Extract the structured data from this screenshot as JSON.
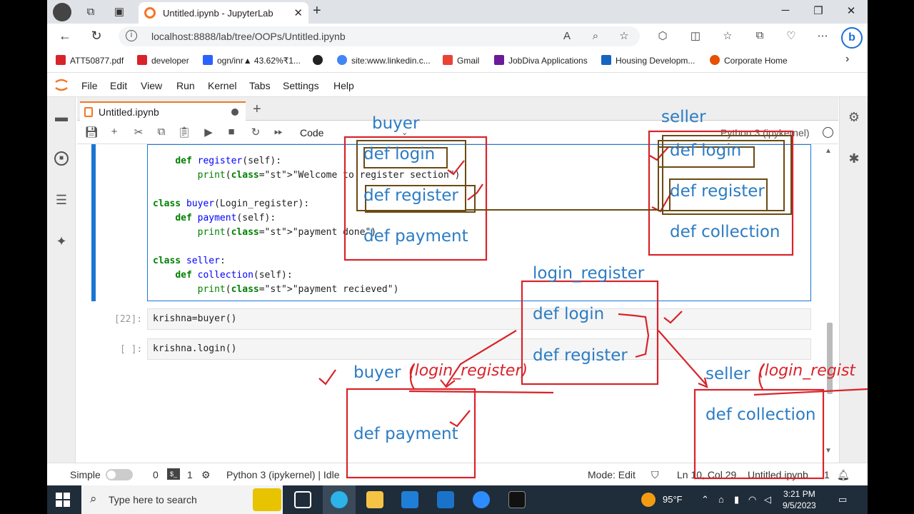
{
  "browser": {
    "tab_title": "Untitled.ipynb - JupyterLab",
    "url": "localhost:8888/lab/tree/OOPs/Untitled.ipynb"
  },
  "bookmarks": [
    {
      "label": "ATT50877.pdf",
      "color": "#d9232a"
    },
    {
      "label": "developer",
      "color": "#d9232a"
    },
    {
      "label": "ogn/inr▲ 43.62%₹1...",
      "color": "#2962ff"
    },
    {
      "label": "",
      "color": "#222"
    },
    {
      "label": "site:www.linkedin.c...",
      "color": "#4285f4"
    },
    {
      "label": "Gmail",
      "color": "#ea4335"
    },
    {
      "label": "JobDiva Applications",
      "color": "#6a1b9a"
    },
    {
      "label": "Housing Developm...",
      "color": "#1565c0"
    },
    {
      "label": "Corporate Home",
      "color": "#e65100"
    }
  ],
  "jupyter_menu": [
    "File",
    "Edit",
    "View",
    "Run",
    "Kernel",
    "Tabs",
    "Settings",
    "Help"
  ],
  "notebook": {
    "tab_label": "Untitled.ipynb",
    "cell_type": "Code",
    "kernel": "Python 3 (ipykernel)",
    "cells": [
      {
        "prompt": "",
        "lines": [
          "    def register(self):",
          "        print(\"Welcome to register section\")",
          "",
          "class buyer(Login_register):",
          "    def payment(self):",
          "        print(\"payment done\")",
          "",
          "class seller:",
          "    def collection(self):",
          "        print(\"payment recieved\")"
        ]
      },
      {
        "prompt": "[22]:",
        "code": "krishna=buyer()"
      },
      {
        "prompt": "[ ]:",
        "code": "krishna.login()"
      }
    ]
  },
  "statusbar": {
    "simple": "Simple",
    "zero": "0",
    "one": "1",
    "kernel_status": "Python 3 (ipykernel) | Idle",
    "mode": "Mode: Edit",
    "cursor": "Ln 10, Col 29",
    "file": "Untitled.ipynb",
    "num": "1"
  },
  "annotations": {
    "buyer": "buyer",
    "seller": "seller",
    "def_login": "def login",
    "def_register": "def register",
    "def_payment": "def payment",
    "def_collection": "def collection",
    "login_register": "login_register",
    "buyer2": "buyer",
    "seller2": "seller",
    "hand_buyer": "(login_register)",
    "hand_seller": "(login_regist"
  },
  "taskbar": {
    "search_placeholder": "Type here to search",
    "weather": "95°F",
    "time": "3:21 PM",
    "date": "9/5/2023"
  }
}
